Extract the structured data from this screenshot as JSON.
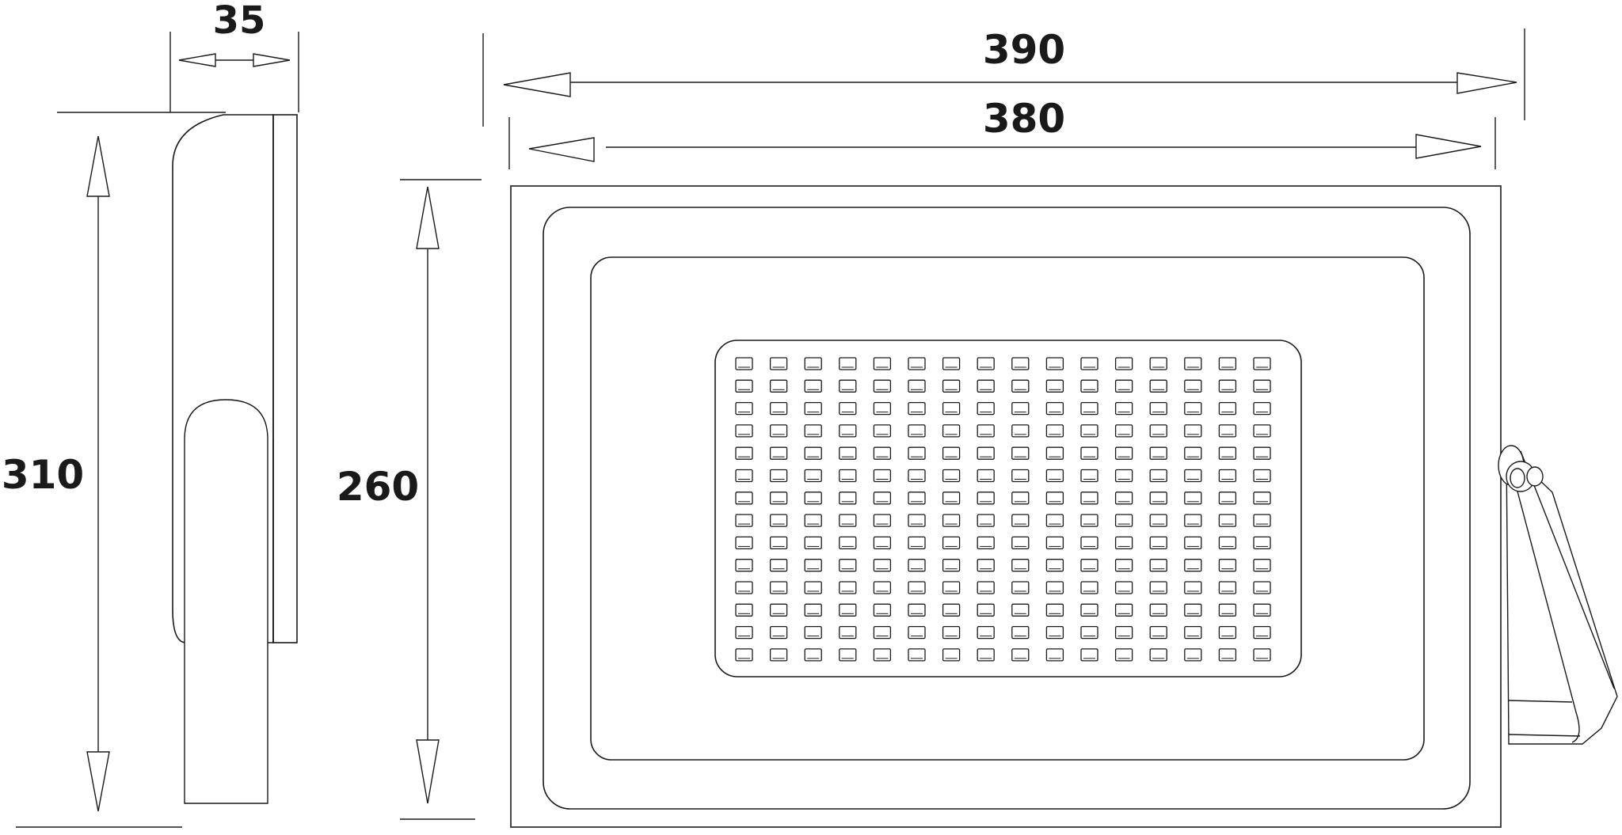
{
  "dimensions": {
    "side_depth": "35",
    "side_height": "310",
    "front_outer_width": "390",
    "front_inner_width": "380",
    "front_height": "260"
  },
  "led_grid": {
    "columns": 16,
    "rows": 14
  }
}
